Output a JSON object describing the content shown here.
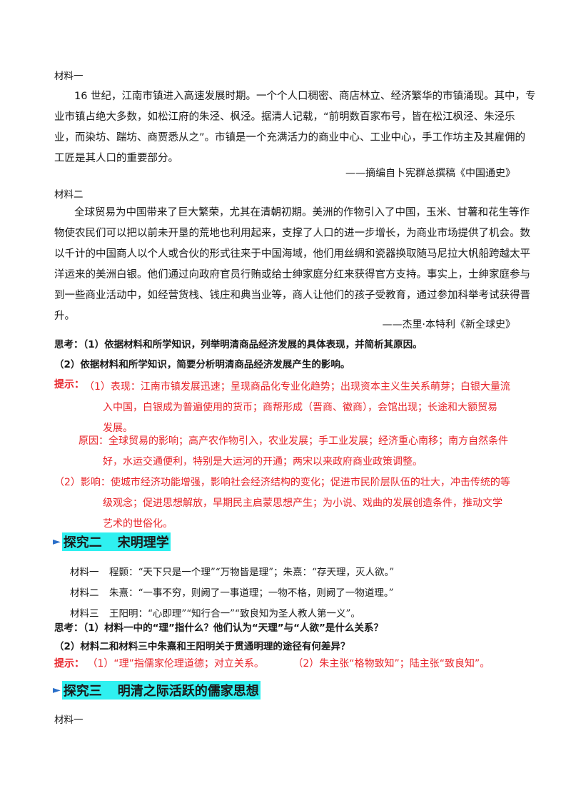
{
  "material1": {
    "label": "材料一",
    "lines": [
      "16 世纪，江南市镇进入高速发展时期。一个个人口稠密、商店林立、经济繁华的市镇涌现。其中，专",
      "业市镇占绝大多数，如松江府的朱泾、枫泾。据清人记载，“前明数百家布号，皆在松江枫泾、朱泾乐",
      "业，而染坊、踹坊、商贾悉从之”。市镇是一个充满活力的商业中心、工业中心，手工作坊主及其雇佣的",
      "工匠是其人口的重要部分。"
    ],
    "source": "——摘编自卜宪群总撰稿《中国通史》"
  },
  "material2": {
    "label": "材料二",
    "lines": [
      "全球贸易为中国带来了巨大繁荣，尤其在清朝初期。美洲的作物引入了中国，玉米、甘薯和花生等作",
      "物使农民们可以把以前未开垦的荒地也利用起来，支撑了人口的进一步增长，为商业市场提供了机会。数",
      "以千计的中国商人以个人或合伙的形式往来于中国海域，他们用丝绸和瓷器换取随马尼拉大帆船跨越太平",
      "洋运来的美洲白银。他们通过向政府官员行贿或给士绅家庭分红来获得官方支持。事实上，士绅家庭参与",
      "到一些商业活动中，如经营货栈、钱庄和典当业等，商人让他们的孩子受教育，通过参加科举考试获得晋",
      "升。"
    ],
    "source": "——杰里·本特利《新全球史》"
  },
  "think1": {
    "q1": "思考：（1）依据材料和所学知识，列举明清商品经济发展的具体表现，并简析其原因。",
    "q2": "（2）依据材料和所学知识，简要分析明清商品经济发展产生的影响。"
  },
  "hint1": {
    "label": "提示：",
    "p1_lines": [
      "（1）表现：江南市镇发展迅速；呈现商品化专业化趋势；出现资本主义生关系萌芽；白银大量流",
      "入中国，白银成为普遍使用的货币；商帮形成（晋商、徽商），会馆出现；长途和大额贸易",
      "发展。"
    ],
    "p2_lines": [
      "原因：全球贸易的影响；高产农作物引入，农业发展；手工业发展；经济重心南移；南方自然条件",
      "好，水运交通便利，特别是大运河的开通；两宋以来政府商业政策调整。"
    ],
    "p3_lines": [
      "（2）影响：使城市经济功能增强，影响社会经济结构的变化；促进市民阶层队伍的壮大，冲击传统的等",
      "级观念；促进思想解放，早期民主启蒙思想产生；为小说、戏曲的发展创造条件，推动文学",
      "艺术的世俗化。"
    ]
  },
  "section2": {
    "num": "探究二",
    "title": "宋明理学"
  },
  "materials_b": [
    {
      "label": "材料一",
      "text": "程颢：“天下只是一个理”“万物皆是理”；朱熹：“存天理，灭人欲。”"
    },
    {
      "label": "材料二",
      "text": "朱熹：“一事不穷，则阙了一事道理；一物不格，则阙了一物道理。”"
    },
    {
      "label": "材料三",
      "text": "王阳明：“心即理”“知行合一”“致良知为圣人教人第一义”。"
    }
  ],
  "think2": {
    "q1": "思考：（1）材料一中的“理”指什么？他们认为“天理”与“人欲”是什么关系？",
    "q2": "（2）材料二和材料三中朱熹和王阳明关于贯通明理的途径有何差异？"
  },
  "hint2": {
    "label": "提示：",
    "a1": "（1）“理”指儒家伦理道德；对立关系。",
    "a2": "（2）朱主张“格物致知”；陆主张“致良知”。"
  },
  "section3": {
    "num": "探究三",
    "title": "明清之际活跃的儒家思想"
  },
  "material_c": {
    "label": "材料一"
  },
  "colors": {
    "hint_red": "#e8242a",
    "highlight": "#2ff0f0",
    "arrow_blue": "#2a6fc9"
  }
}
